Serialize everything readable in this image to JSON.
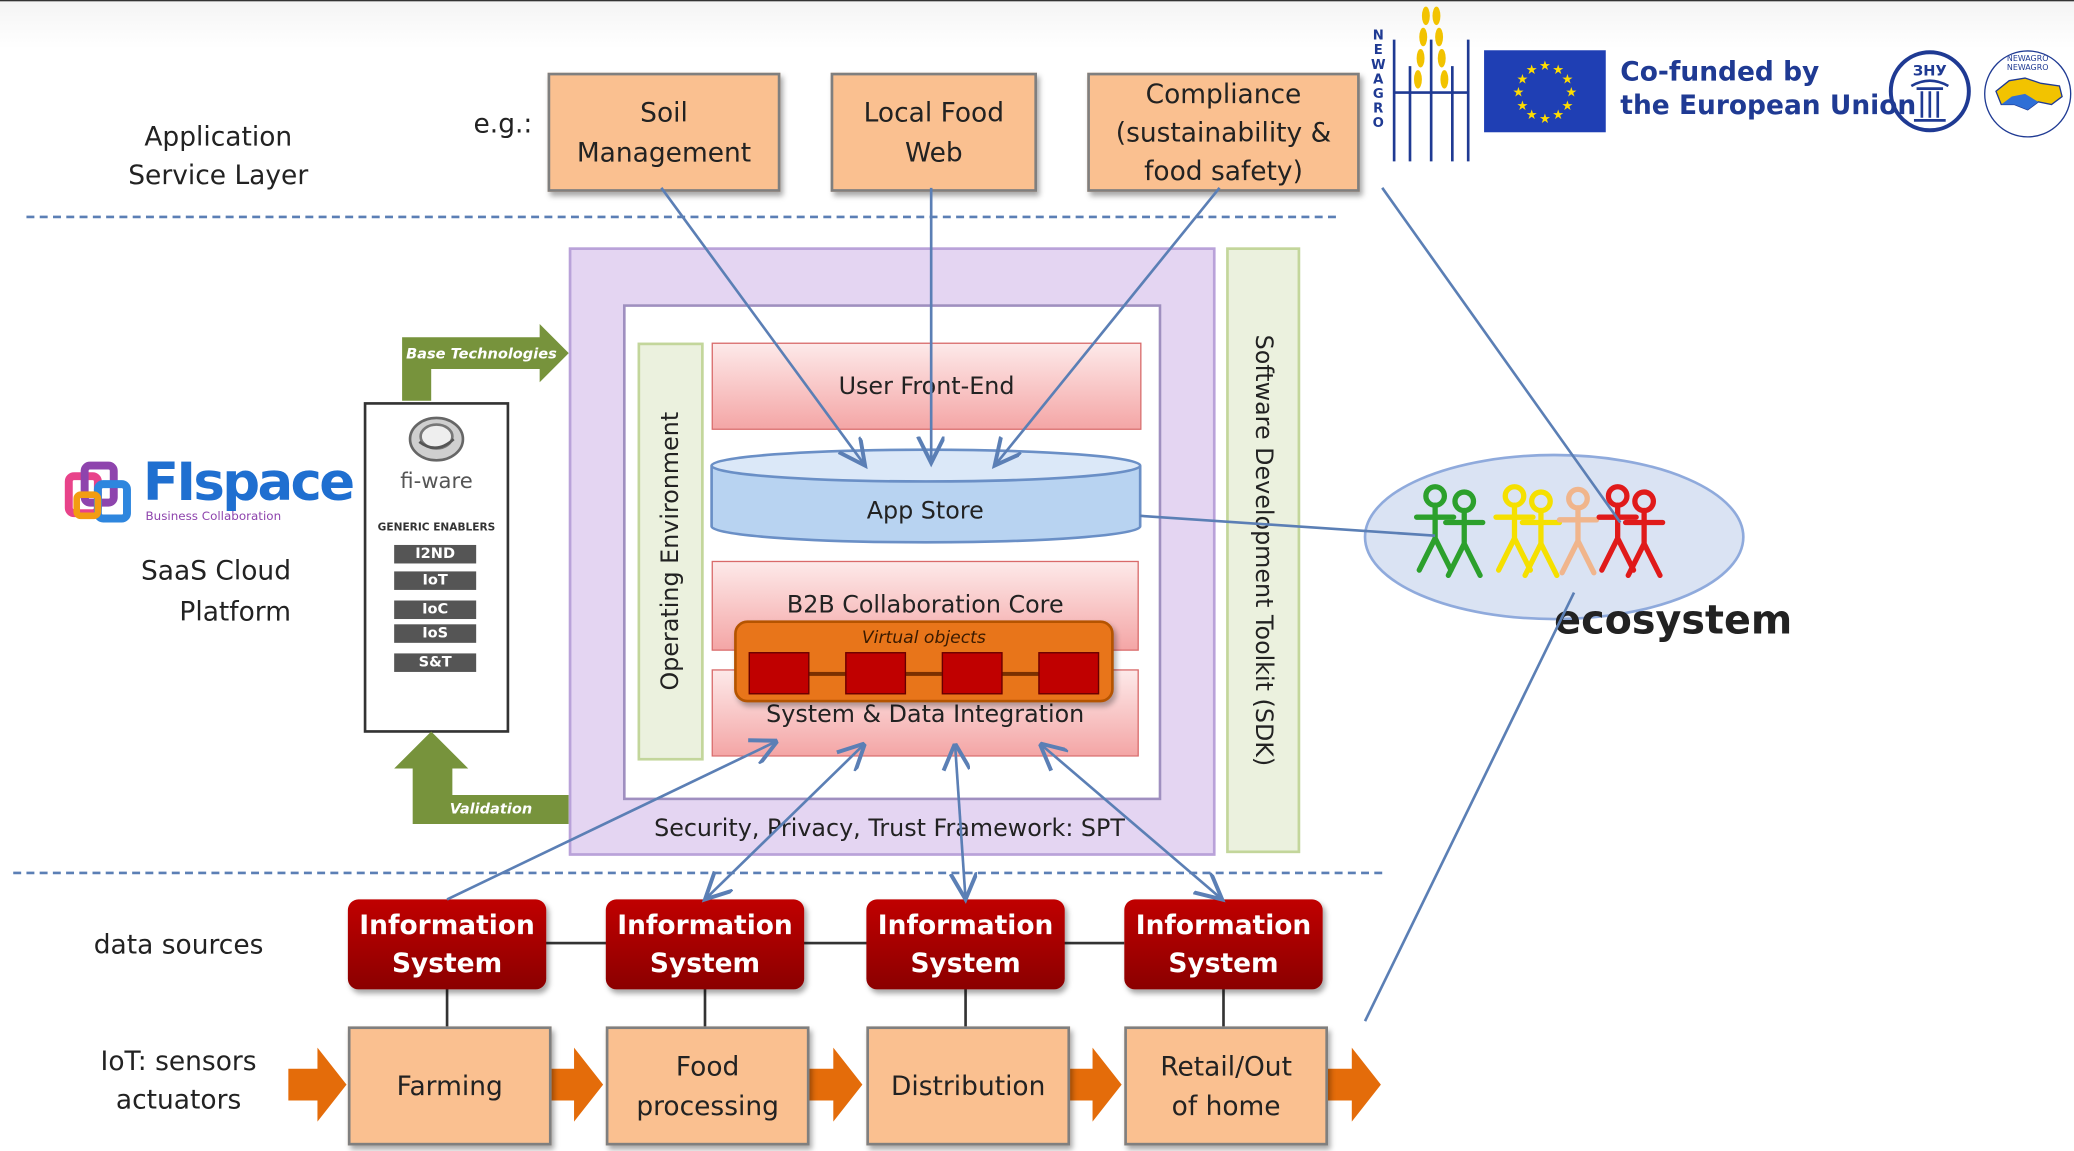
{
  "layers": {
    "application": "Application\nService Layer",
    "eg": "e.g.:",
    "saas": "SaaS Cloud\nPlatform",
    "data_sources": "data sources",
    "iot": "IoT: sensors\nactuators"
  },
  "apps": [
    "Soil\nManagement",
    "Local Food\nWeb",
    "Compliance\n(sustainability &\nfood safety)"
  ],
  "platform": {
    "operating_environment": "Operating Environment",
    "user_front_end": "User Front-End",
    "app_store": "App Store",
    "b2b_core": "B2B Collaboration Core",
    "virtual_objects": "Virtual objects",
    "system_data_integration": "System & Data Integration",
    "spt": "Security, Privacy, Trust Framework: SPT",
    "sdk": "Software Development Toolkit (SDK)"
  },
  "fiware": {
    "name": "fi-ware",
    "generic_enablers": "GENERIC ENABLERS",
    "enablers": [
      "I2ND",
      "IoT",
      "IoC",
      "IoS",
      "S&T"
    ],
    "base_technologies": "Base Technologies",
    "validation": "Validation"
  },
  "fispace_logo": {
    "name": "FIspace",
    "tagline": "Business Collaboration"
  },
  "information_systems": [
    "Information\nSystem",
    "Information\nSystem",
    "Information\nSystem",
    "Information\nSystem"
  ],
  "chain": [
    "Farming",
    "Food\nprocessing",
    "Distribution",
    "Retail/Out\nof home"
  ],
  "ecosystem": "ecosystem",
  "header": {
    "newagro_letters": "N\nE\nW\nA\nG\nR\nO",
    "cofunded": "Co-funded by\nthe European Union",
    "znu": "ЗНУ",
    "seal_text": "NEWAGRO NEWAGRO"
  },
  "colors": {
    "peach": "#fac090",
    "dark_red": "#c00000",
    "arrow_green": "#77933c",
    "arrow_orange": "#e46c0a",
    "line_blue": "#5b7fb5",
    "eu_blue": "#1f3fb4",
    "eu_text": "#1f3a93"
  }
}
